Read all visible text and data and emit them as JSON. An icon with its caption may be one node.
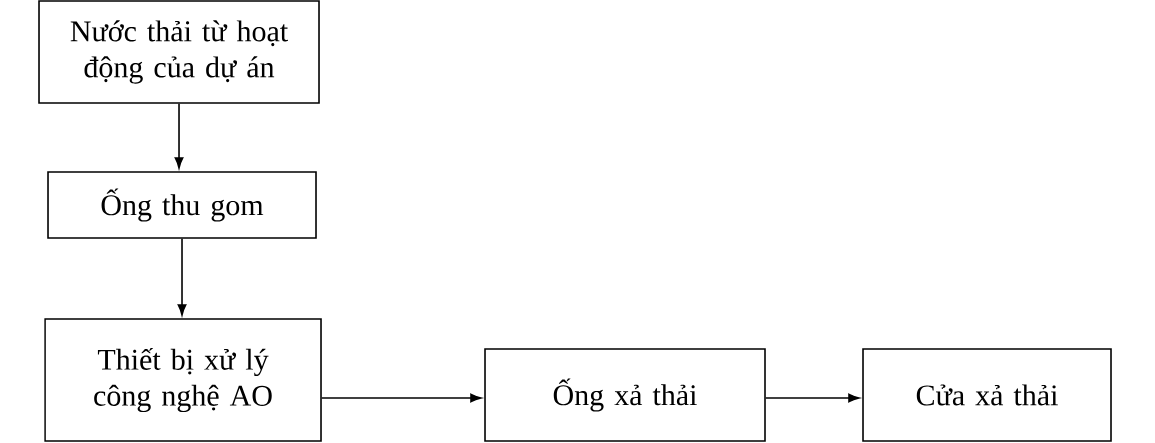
{
  "diagram": {
    "nodes": [
      {
        "text": [
          "Nước thải từ hoạt động của dự án"
        ]
      },
      {
        "text": [
          "Ống thu gom"
        ]
      },
      {
        "text": [
          "Thiết bị xử lý công nghệ AO"
        ]
      },
      {
        "text": [
          "Ống xả thải"
        ]
      },
      {
        "text": [
          "Cửa xả thải"
        ]
      }
    ],
    "edges": [
      {
        "from": 0,
        "to": 1,
        "arrow": "to"
      },
      {
        "from": 1,
        "to": 2,
        "arrow": "to"
      },
      {
        "from": 2,
        "to": 3,
        "arrow": "to"
      },
      {
        "from": 3,
        "to": 4,
        "arrow": "to"
      }
    ]
  }
}
